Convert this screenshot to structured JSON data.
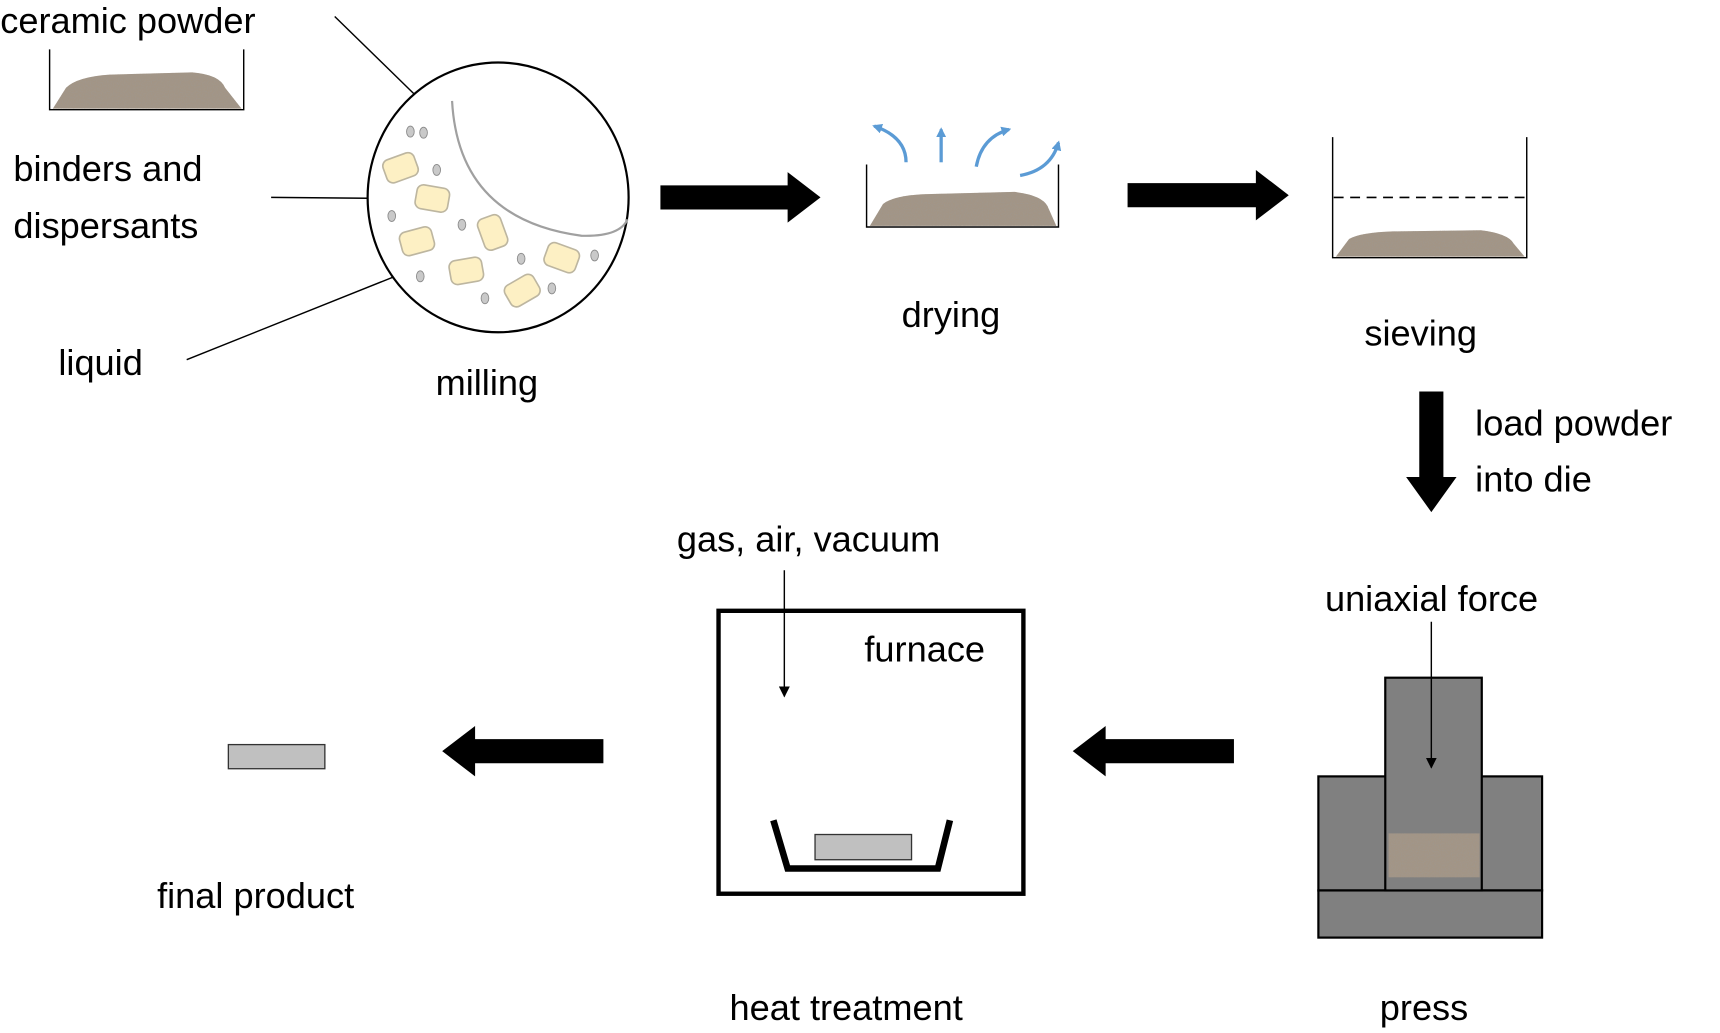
{
  "labels": {
    "ceramic_powder": "ceramic powder",
    "binders_line1": "binders and",
    "binders_line2": "dispersants",
    "liquid": "liquid",
    "milling": "milling",
    "drying": "drying",
    "sieving": "sieving",
    "load_line1": "load powder",
    "load_line2": "into die",
    "uniaxial_force": "uniaxial force",
    "press": "press",
    "gas": "gas, air, vacuum",
    "furnace": "furnace",
    "heat_treatment": "heat treatment",
    "final_product": "final product"
  },
  "colors": {
    "powder": "#a39585",
    "press_gray": "#808080",
    "binder_yellow": "#fdf0c4",
    "vapor_blue": "#5b9bd5",
    "sample_gray": "#c0c0c0"
  }
}
